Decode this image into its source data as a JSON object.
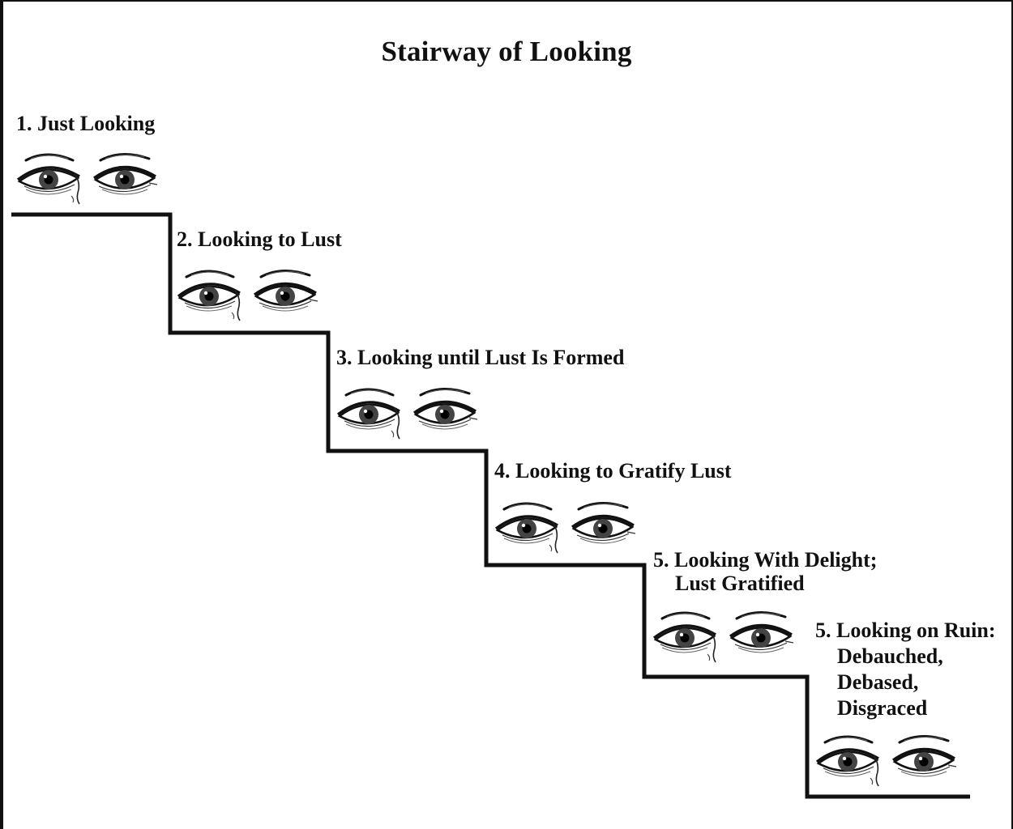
{
  "title": "Stairway of Looking",
  "steps": [
    {
      "lines": [
        "1. Just Looking"
      ]
    },
    {
      "lines": [
        "2. Looking to Lust"
      ]
    },
    {
      "lines": [
        "3. Looking until Lust Is Formed"
      ]
    },
    {
      "lines": [
        "4. Looking to Gratify Lust"
      ]
    },
    {
      "lines": [
        "5. Looking With Delight;",
        "Lust Gratified"
      ]
    },
    {
      "lines": [
        "5. Looking on Ruin:",
        "Debauched,",
        "Debased,",
        "Disgraced"
      ]
    }
  ],
  "colors": {
    "line": "#111111",
    "background": "#ffffff"
  },
  "icons": [
    "eyes-icon"
  ]
}
